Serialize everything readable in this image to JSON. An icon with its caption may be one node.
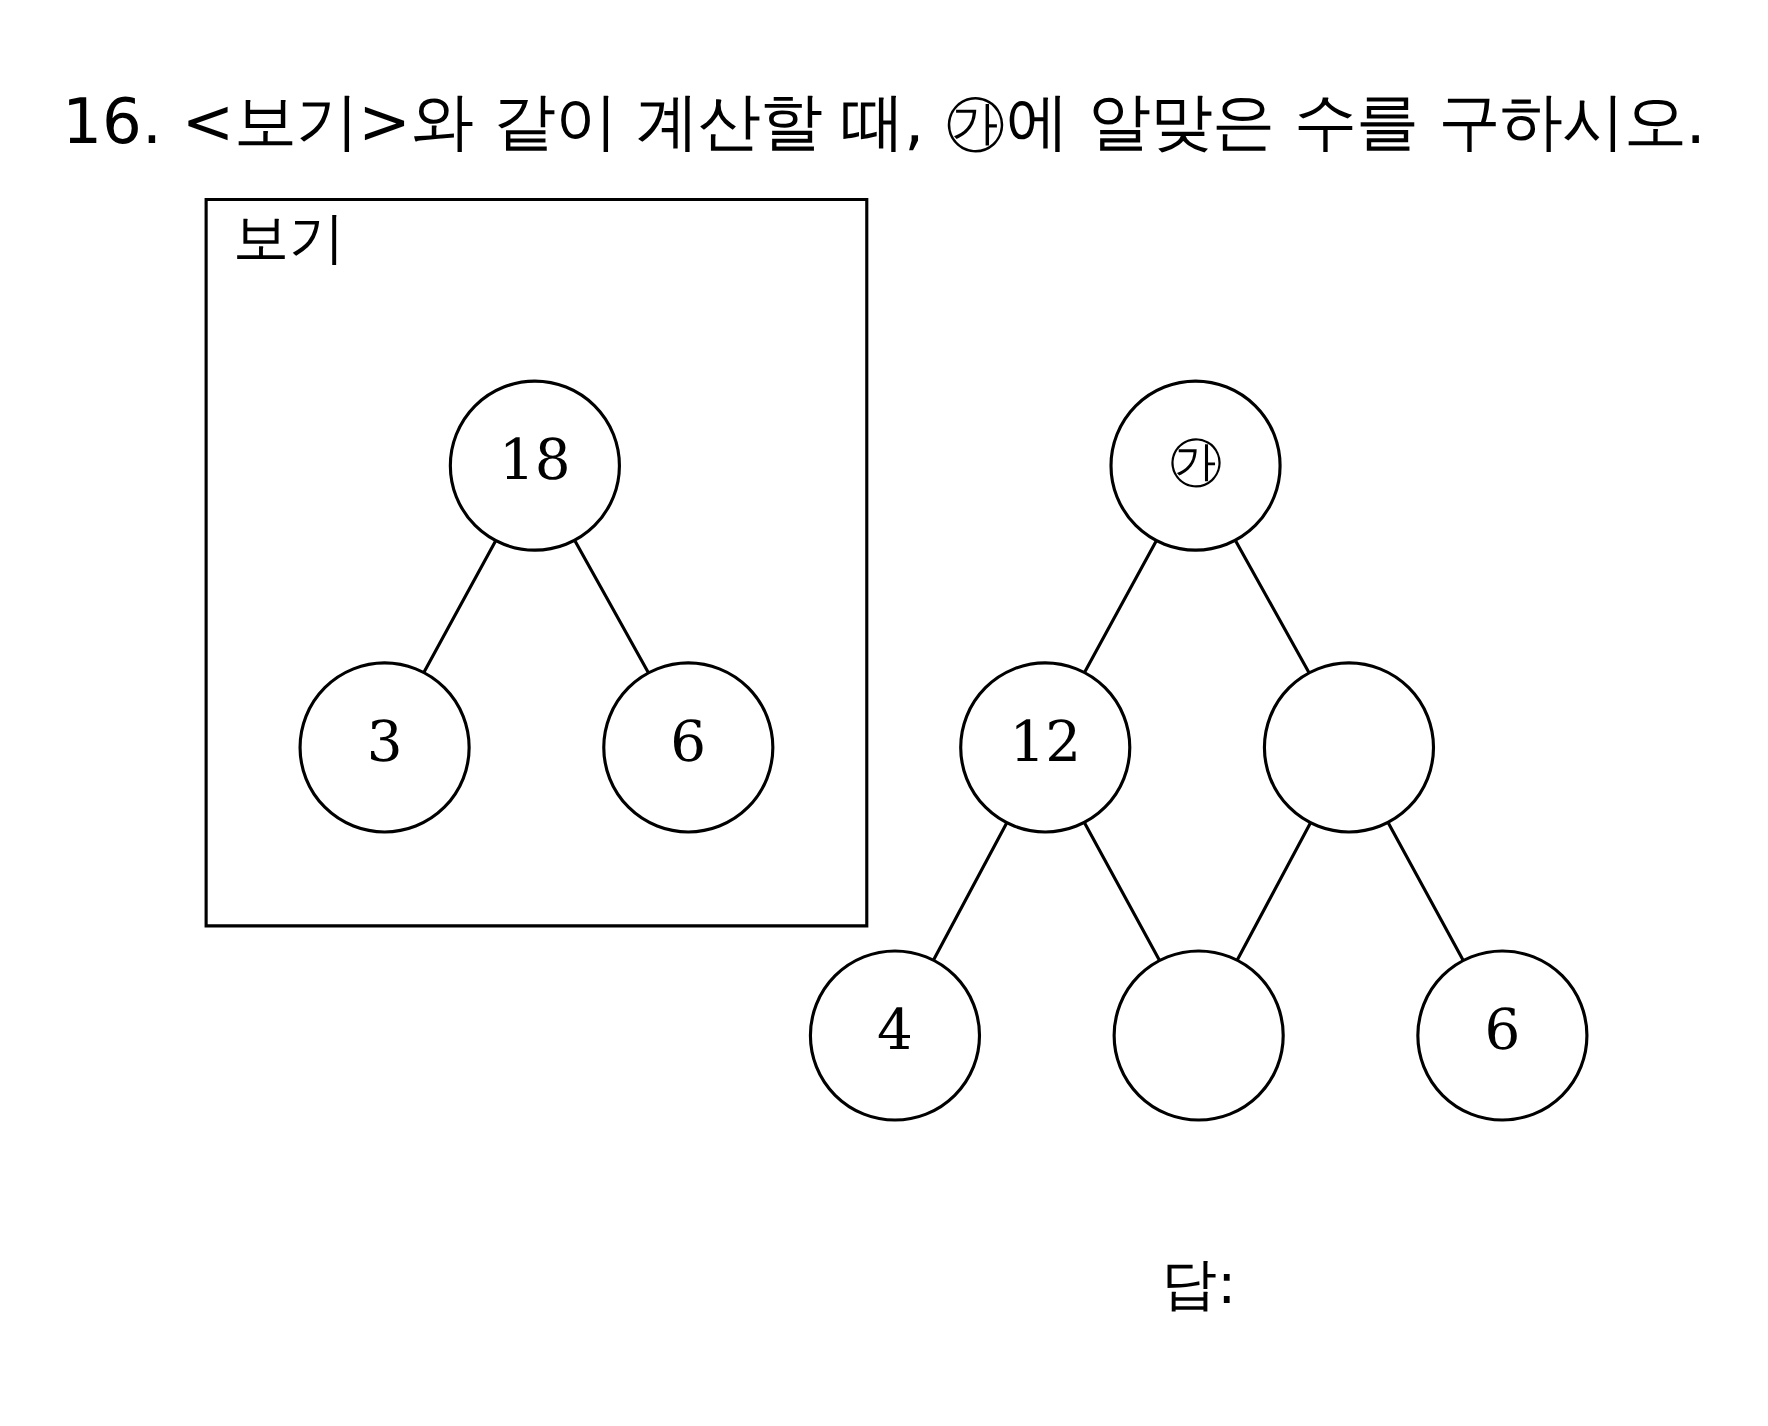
{
  "diagram": {
    "title": "16. <보기>와 같이 계산할 때, ㉮에 알맞은 수를 구하시오.",
    "nodes": [
      {
        "text": [
          "보기"
        ]
      },
      {
        "text": [
          "18"
        ],
        "in": 0
      },
      {
        "text": [
          "3"
        ],
        "in": 0
      },
      {
        "text": [
          "6"
        ],
        "in": 0
      },
      {
        "text": [
          "㉮"
        ]
      },
      {
        "text": [
          "12"
        ]
      },
      {
        "text": [],
        "shape": "circle"
      },
      {
        "text": [
          "4"
        ]
      },
      {
        "text": [],
        "shape": "circle"
      },
      {
        "text": [
          "6"
        ]
      }
    ],
    "edges": [
      {
        "from": 1,
        "to": 2,
        "arrow": "none"
      },
      {
        "from": 1,
        "to": 3,
        "arrow": "none"
      },
      {
        "from": 4,
        "to": 5,
        "arrow": "none"
      },
      {
        "from": 4,
        "to": 6,
        "arrow": "none"
      },
      {
        "from": 5,
        "to": 7,
        "arrow": "none"
      },
      {
        "from": 5,
        "to": 8,
        "arrow": "none"
      },
      {
        "from": 6,
        "to": 8,
        "arrow": "none"
      },
      {
        "from": 6,
        "to": 9,
        "arrow": "none"
      }
    ],
    "labels": [
      "답:"
    ]
  }
}
